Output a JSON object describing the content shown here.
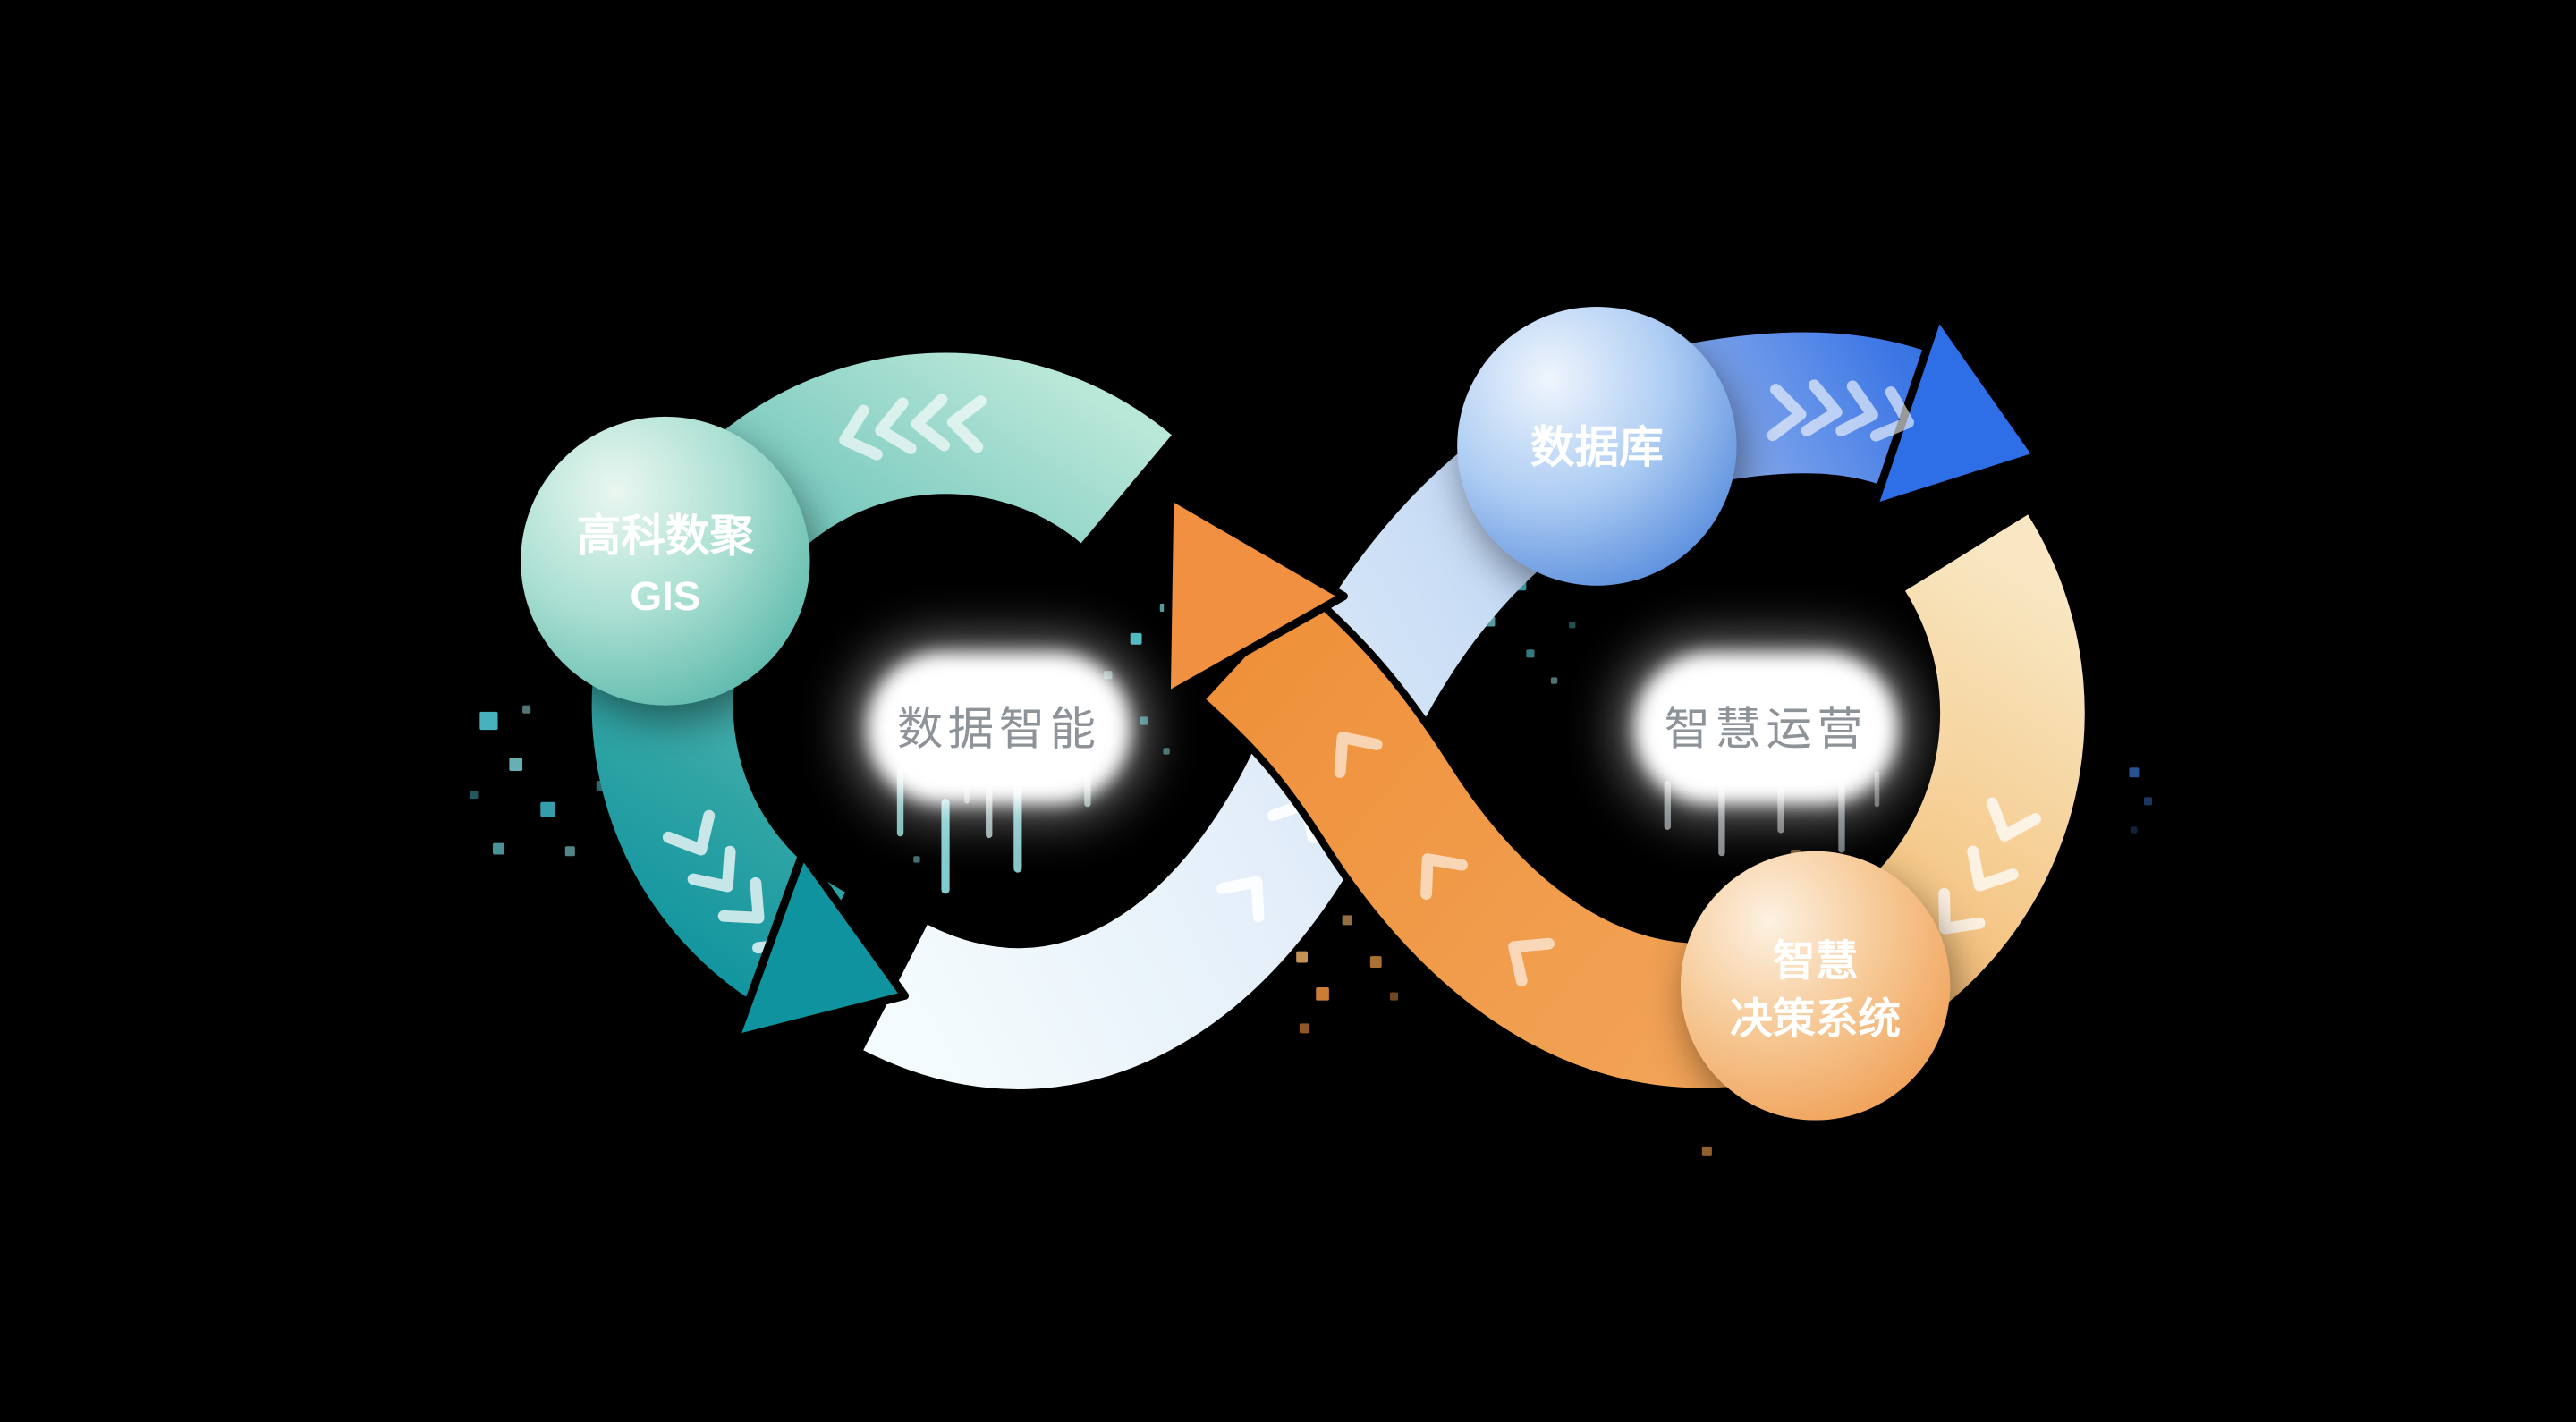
{
  "diagram_type": "infinity-flow-diagram",
  "nodes": {
    "gis": {
      "line1": "高科数聚",
      "line2": "GIS"
    },
    "database": {
      "label": "数据库"
    },
    "decision": {
      "line1": "智慧",
      "line2": "决策系统"
    }
  },
  "loops": {
    "left": {
      "label": "数据智能"
    },
    "right": {
      "label": "智慧运营"
    }
  },
  "colors": {
    "background": "#000000",
    "teal_dark": "#0E939F",
    "teal_light": "#B9E7D8",
    "blue": "#2E6FE2",
    "light_band": "#E3EEF9",
    "cream": "#F8E7C2",
    "orange": "#EE8C33",
    "node_text": "#FFFFFF",
    "pill_text": "#8D9399",
    "pill_bg": "#FFFFFF"
  }
}
